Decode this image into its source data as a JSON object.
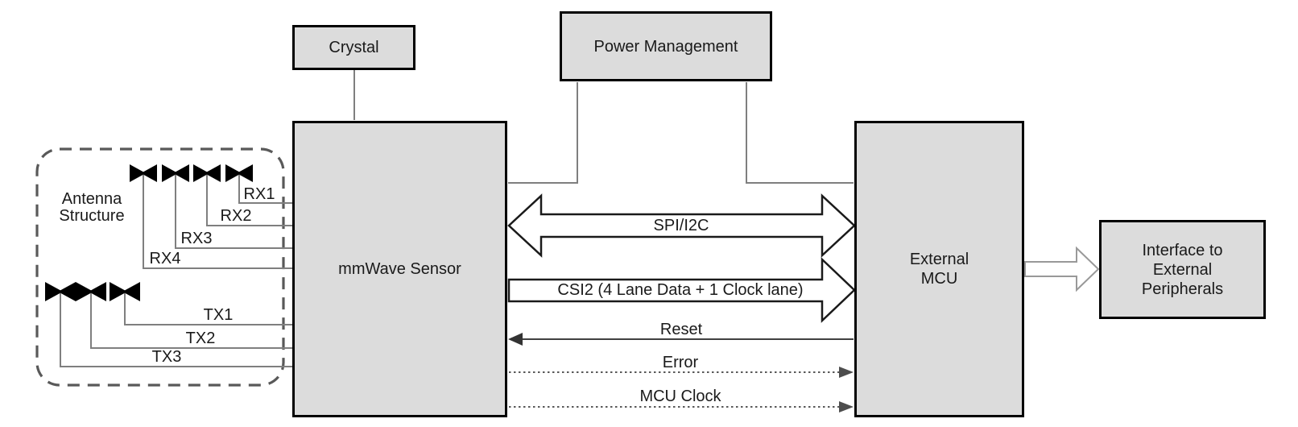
{
  "blocks": {
    "crystal": {
      "label": "Crystal"
    },
    "power_management": {
      "label": "Power Management"
    },
    "mmwave_sensor": {
      "label": "mmWave Sensor"
    },
    "external_mcu": {
      "label_line1": "External",
      "label_line2": "MCU"
    },
    "interface_peripherals": {
      "label_line1": "Interface to",
      "label_line2": "External",
      "label_line3": "Peripherals"
    },
    "antenna_structure": {
      "label_line1": "Antenna",
      "label_line2": "Structure"
    }
  },
  "antenna": {
    "rx_labels": [
      "RX1",
      "RX2",
      "RX3",
      "RX4"
    ],
    "tx_labels": [
      "TX1",
      "TX2",
      "TX3"
    ],
    "rx_count": 4,
    "tx_count": 3
  },
  "connections": {
    "spi": "SPI/I2C",
    "csi2": "CSI2 (4 Lane Data + 1 Clock lane)",
    "reset": "Reset",
    "error": "Error",
    "mcu_clock": "MCU Clock"
  },
  "colors": {
    "block_fill": "#dcdcdc",
    "block_border": "#000000",
    "connector_gray": "#7f7f7f",
    "dashed_border": "#595959",
    "arrow_fill": "#ffffff",
    "arrow_outline": "#1a1a1a",
    "peripheral_arrow_outline": "#999999",
    "dotted_line": "#595959"
  }
}
